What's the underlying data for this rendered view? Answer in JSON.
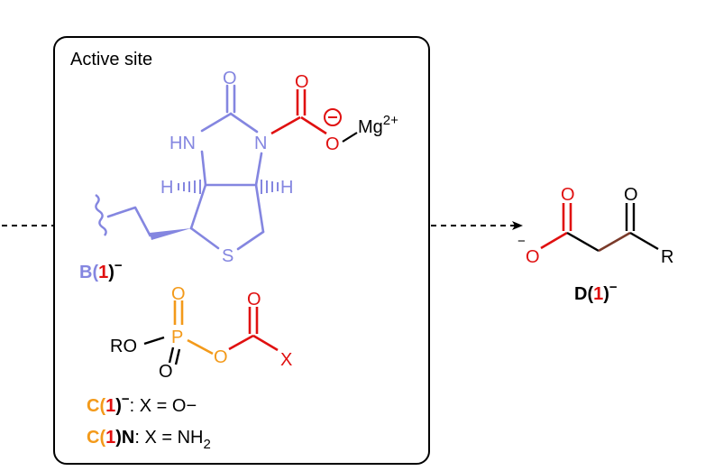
{
  "panel": {
    "title": "Active site"
  },
  "colors": {
    "biotin": "#8486e0",
    "carboxyl": "#e01010",
    "phosphate": "#f39a1a",
    "black": "#000000",
    "bond_brown": "#7a3a2a"
  },
  "biotin": {
    "o_top": "O",
    "hn": "HN",
    "n": "N",
    "h_left": "H",
    "h_right": "H",
    "s": "S",
    "label_b": "B(",
    "label_num": "1",
    "label_close": ")",
    "label_charge": "−"
  },
  "carboxylate": {
    "o_double": "O",
    "o_single": "O",
    "charge_symbol": "−",
    "mg": "Mg",
    "mg_charge": "2+"
  },
  "phosphate_compound": {
    "ro": "RO",
    "p": "P",
    "o_top": "O",
    "o_bottom": "O",
    "o_bridge": "O",
    "o_carbonyl": "O",
    "x": "X",
    "line1": {
      "prefix": "C(",
      "num": "1",
      "suffix": ")",
      "charge": "−",
      "text": ": X = O−"
    },
    "line2": {
      "prefix": "C(",
      "num": "1",
      "suffix": ")N",
      "text": ": X = NH",
      "sub": "2"
    }
  },
  "product": {
    "o_left_top": "O",
    "o_left_single": "O",
    "o_charge": "−",
    "o_right": "O",
    "r": "R",
    "label_d": "D(",
    "label_num": "1",
    "label_close": ")",
    "label_charge": "−"
  }
}
